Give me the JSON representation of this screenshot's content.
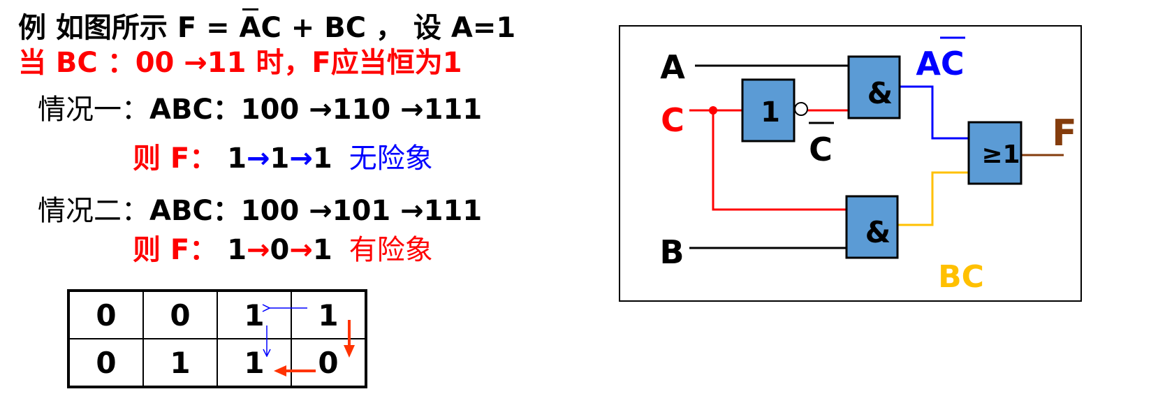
{
  "intro": {
    "prefix": "例 如图所示 F = ",
    "ac_a": "A",
    "ac_c": "C",
    "rest": " + BC ， 设 A=1"
  },
  "condition": "当  BC ：00 →11 时，F应当恒为1",
  "case1": {
    "label": "情况一：",
    "seq": "ABC：100 →110 →111",
    "f_prefix": "则  F： ",
    "values": [
      "1",
      "1",
      "1"
    ],
    "arrow": "→",
    "verdict": "无险象"
  },
  "case2": {
    "label": "情况二：",
    "seq": "ABC：100 →101 →111",
    "f_prefix": "则  F： ",
    "values": [
      "1",
      "0",
      "1"
    ],
    "arrow": "→",
    "verdict": "有险象"
  },
  "kmap": {
    "rows": [
      [
        "0",
        "0",
        "1",
        "1"
      ],
      [
        "0",
        "1",
        "1",
        "0"
      ]
    ]
  },
  "circuit": {
    "input_a": "A",
    "input_c": "C",
    "input_b": "B",
    "not_gate": "1",
    "and_gate": "&",
    "or_gate": "≥1",
    "not_c_label": "C",
    "ac_label": "AC",
    "bc_label": "BC",
    "output": "F"
  },
  "colors": {
    "gate_fill": "#5b9bd5",
    "red": "#ff0000",
    "blue": "#0000ff",
    "yellow": "#ffc000",
    "brown": "#843c0c",
    "orange_red": "#ff3300"
  }
}
